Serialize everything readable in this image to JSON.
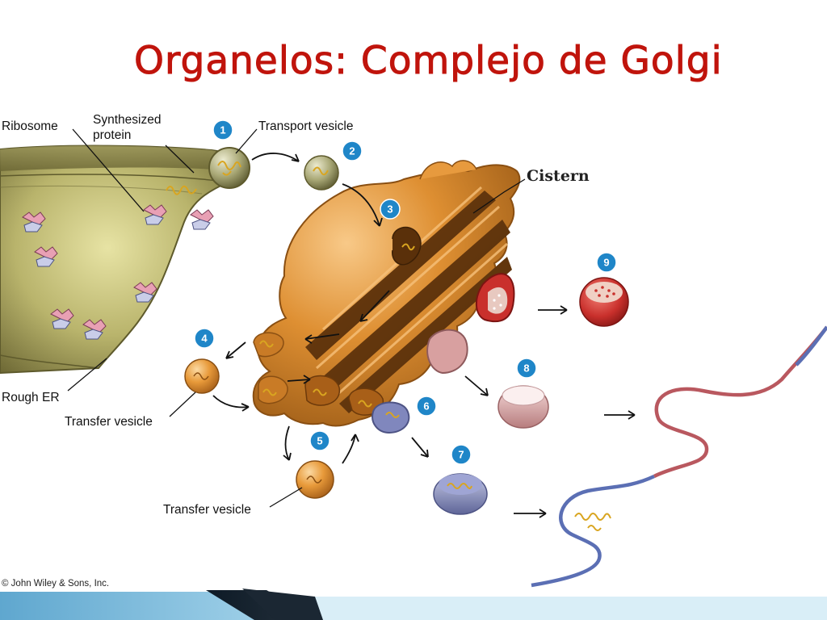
{
  "title": "Organelos: Complejo de Golgi",
  "labels": {
    "ribosome": "Ribosome",
    "synthesized_protein": "Synthesized",
    "synthesized_protein_line2": "protein",
    "transport_vesicle": "Transport vesicle",
    "cistern": "Cistern",
    "rough_er": "Rough ER",
    "transfer_vesicle_left": "Transfer vesicle",
    "transfer_vesicle_bottom": "Transfer vesicle"
  },
  "step_badges": [
    "1",
    "2",
    "3",
    "4",
    "5",
    "6",
    "7",
    "8",
    "9"
  ],
  "copyright": "© John Wiley & Sons, Inc.",
  "colors": {
    "title": "#c0140c",
    "badge": "#1f86c8",
    "golgi": "#d98a2a",
    "er": "#8f8c4c",
    "secretory_vesicle": "#c9302c",
    "lysosome_vesicle": "#7f86b8",
    "membrane_red": "#b9585f",
    "membrane_blue": "#5b6fb4"
  }
}
